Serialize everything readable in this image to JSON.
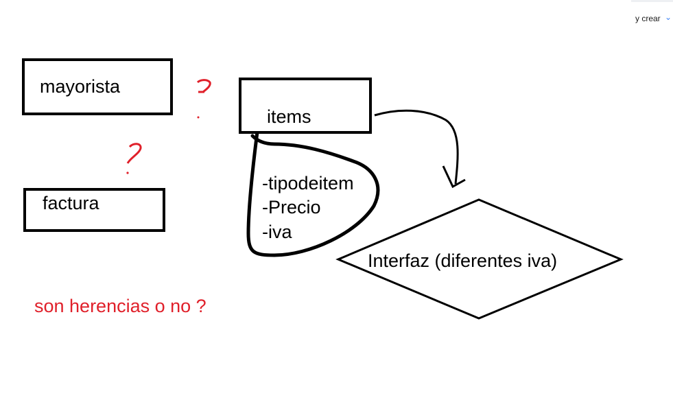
{
  "toolbar": {
    "label": "y crear",
    "chevron_icon": "chevron-down-icon"
  },
  "boxes": {
    "mayorista": "mayorista",
    "items": "items",
    "factura": "factura"
  },
  "attributes": [
    "-tipodeitem",
    "-Precio",
    "-iva"
  ],
  "interface": "Interfaz (diferentes iva)",
  "question": "son herencias  o no ?",
  "colors": {
    "ink": "#000000",
    "annotation": "#e0202a"
  }
}
